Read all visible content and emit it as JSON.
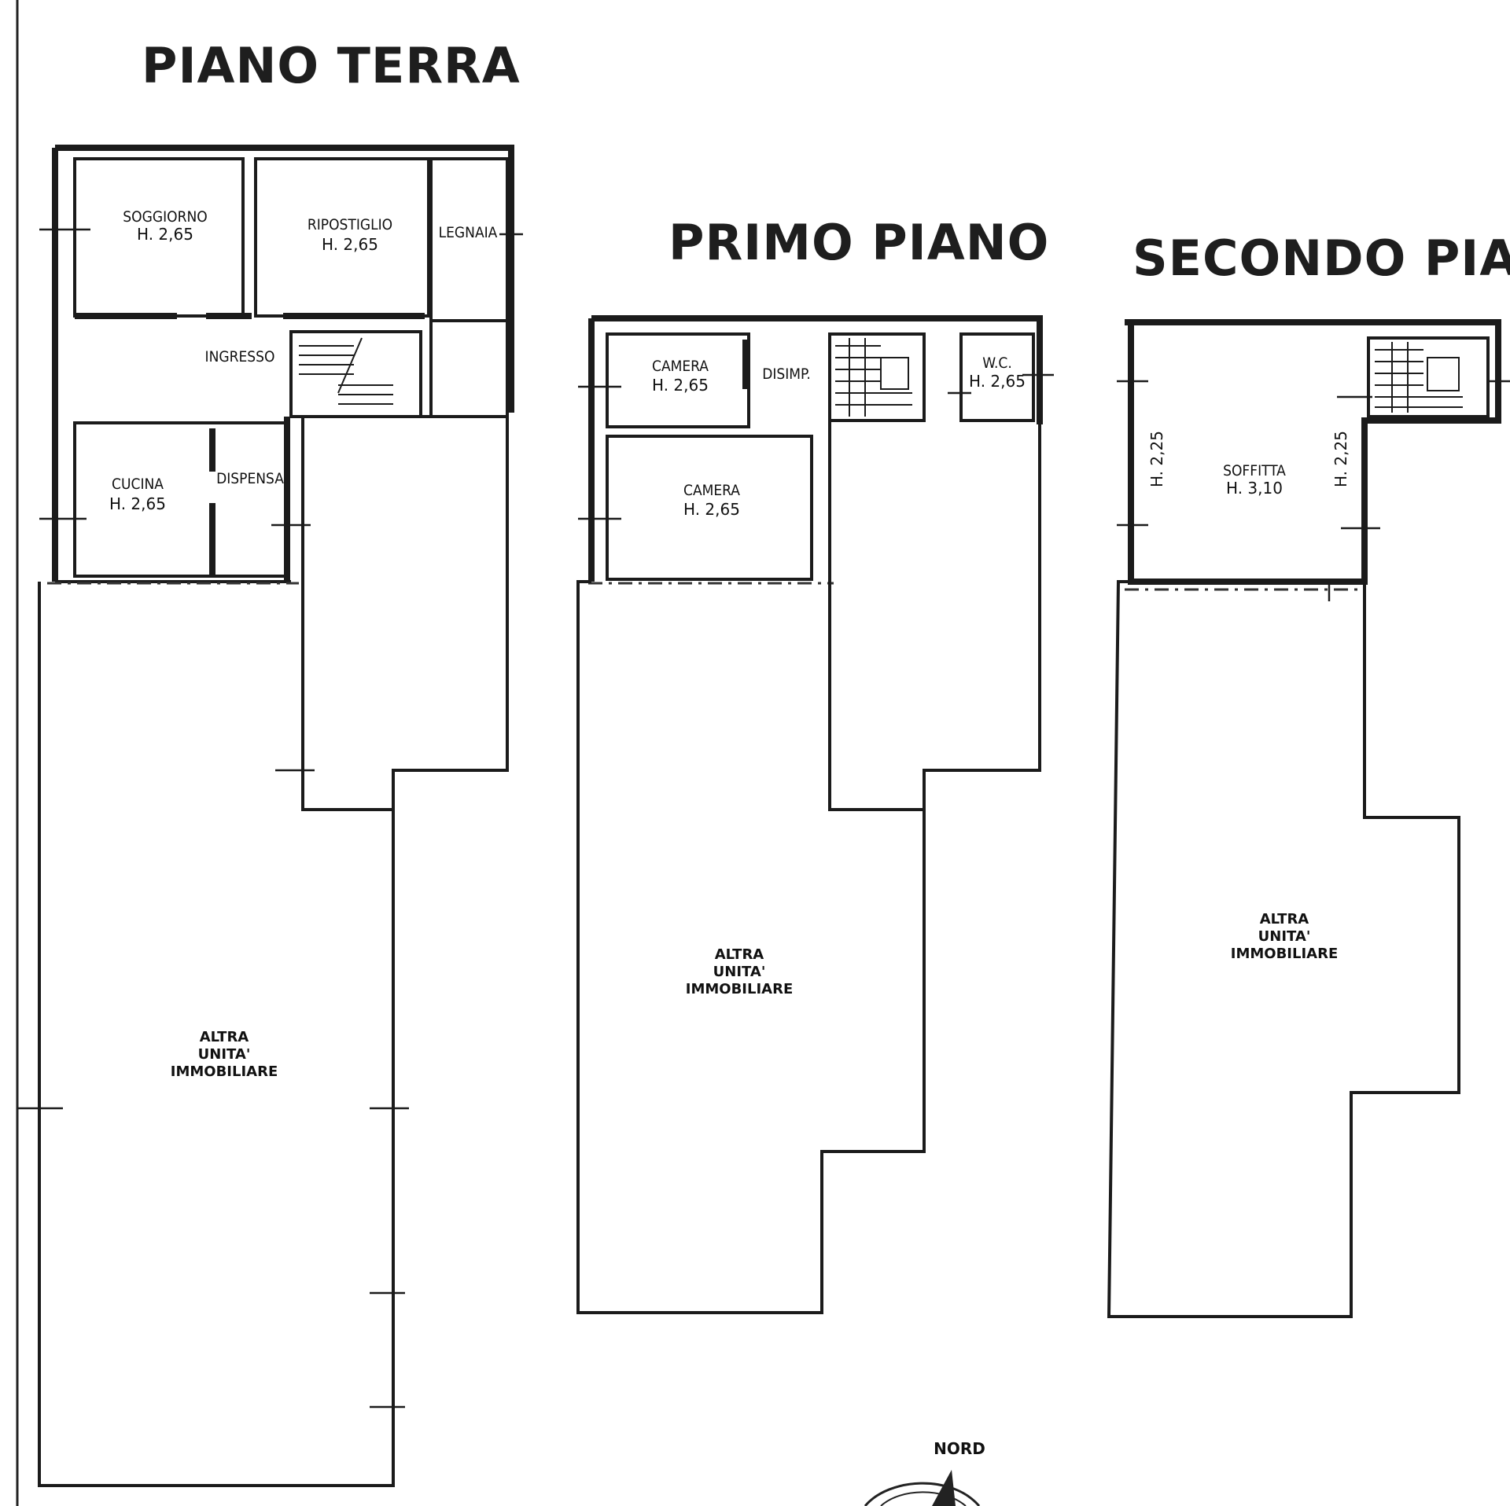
{
  "floors": {
    "ground": {
      "title": "PIANO TERRA",
      "rooms": {
        "soggiorno": {
          "name": "SOGGIORNO",
          "height": "H. 2,65"
        },
        "ripostiglio": {
          "name": "RIPOSTIGLIO",
          "height": "H. 2,65"
        },
        "legnaia": {
          "name": "LEGNAIA"
        },
        "ingresso": {
          "name": "INGRESSO"
        },
        "cucina": {
          "name": "CUCINA",
          "height": "H. 2,65"
        },
        "dispensa": {
          "name": "DISPENSA"
        }
      },
      "other_unit": [
        "ALTRA",
        "UNITA'",
        "IMMOBILIARE"
      ]
    },
    "first": {
      "title": "PRIMO PIANO",
      "rooms": {
        "camera1": {
          "name": "CAMERA",
          "height": "H. 2,65"
        },
        "disimp": {
          "name": "DISIMP."
        },
        "wc": {
          "name": "W.C.",
          "height": "H. 2,65"
        },
        "camera2": {
          "name": "CAMERA",
          "height": "H. 2,65"
        }
      },
      "other_unit": [
        "ALTRA",
        "UNITA'",
        "IMMOBILIARE"
      ]
    },
    "second": {
      "title": "SECONDO PIANO",
      "rooms": {
        "soffitta": {
          "name": "SOFFITTA",
          "height": "H. 3,10"
        },
        "left_height": "H. 2,25",
        "right_height": "H. 2,25"
      },
      "other_unit": [
        "ALTRA",
        "UNITA'",
        "IMMOBILIARE"
      ]
    }
  },
  "north": {
    "label": "NORD"
  }
}
